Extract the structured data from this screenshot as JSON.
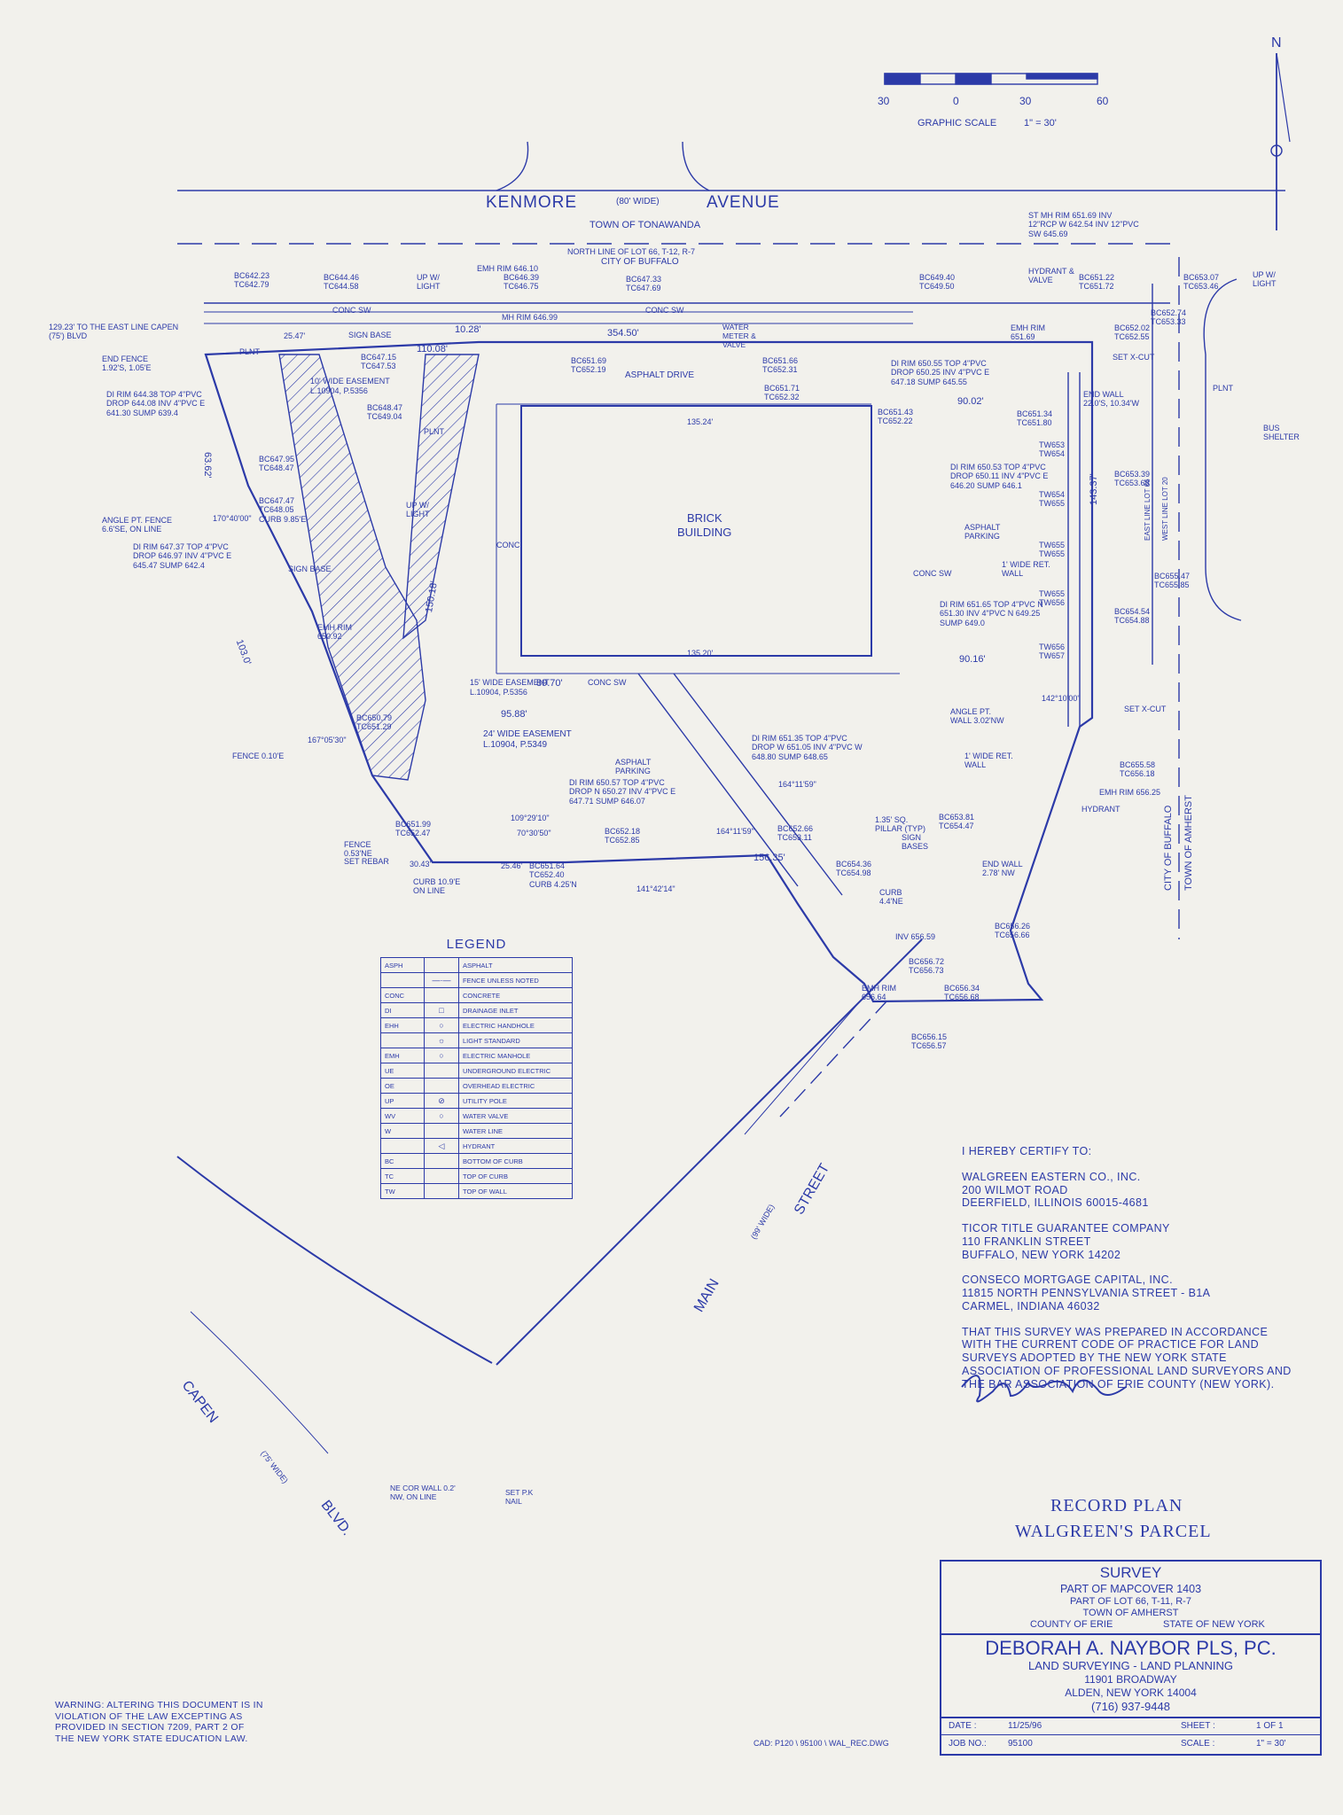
{
  "north": "N",
  "scale": {
    "ticks": [
      "30",
      "0",
      "30",
      "60"
    ],
    "label": "GRAPHIC SCALE",
    "ratio": "1\" = 30'"
  },
  "streets": {
    "kenmore": "KENMORE",
    "kenmore_width": "(80' WIDE)",
    "avenue": "AVENUE",
    "tonawanda": "TOWN OF TONAWANDA",
    "north_line": "NORTH LINE OF LOT 66, T-12, R-7",
    "buffalo": "CITY OF BUFFALO",
    "main": "MAIN",
    "main_width": "(99' WIDE)",
    "street": "STREET",
    "capen": "CAPEN",
    "capen_width": "(75' WIDE)",
    "blvd": "BLVD.",
    "city_buffalo_v": "CITY OF BUFFALO",
    "amherst_v": "TOWN OF AMHERST",
    "east_line": "EAST LINE LOT 66",
    "west_line": "WEST LINE LOT 20"
  },
  "labels": {
    "brick1": "BRICK",
    "brick2": "BUILDING",
    "asphalt_drive": "ASPHALT DRIVE",
    "asphalt_parking": "ASPHALT PARKING",
    "asphalt_parking2": "ASPHALT PARKING",
    "conc": "CONC",
    "conc_sw": "CONC SW",
    "conc_sw2": "CONC SW",
    "conc_sw3": "CONC SW",
    "conc_sw4": "CONC SW",
    "sign_base": "SIGN BASE",
    "sign_base2": "SIGN BASE",
    "plnt": "PLNT",
    "plnt2": "PLNT",
    "plnt3": "PLNT",
    "bus_shelter": "BUS SHELTER",
    "hydrant": "HYDRANT",
    "easement10": "10' WIDE EASEMENT",
    "easement10b": "L.10904, P.5356",
    "easement15": "15' WIDE EASEMENT",
    "easement15b": "L.10904, P.5356",
    "easement24": "24' WIDE EASEMENT",
    "easement24b": "L.10904, P.5349",
    "to_capen": "129.23' TO THE EAST LINE CAPEN (75') BLVD",
    "end_fence": "END FENCE 1.92'S, 1.05'E",
    "angle_fence": "ANGLE PT. FENCE 6.6'SE, ON LINE",
    "fence010": "FENCE 0.10'E",
    "fence053": "FENCE 0.53'NE",
    "set_rebar": "SET REBAR",
    "curb109": "CURB 10.9'E ON LINE",
    "set_xcut": "SET X-CUT",
    "set_xcut2": "SET X-CUT",
    "end_wall": "END WALL 22.0'S, 10.34'W",
    "end_wall2": "END WALL 2.78' NW",
    "angle_wall": "ANGLE PT. WALL 3.02'NW",
    "ret_wall": "1' WIDE RET. WALL",
    "ret_wall2": "1' WIDE RET. WALL",
    "pillar": "1.35' SQ. PILLAR (TYP)",
    "sign_bases": "SIGN BASES",
    "ne_cor": "NE COR WALL 0.2' NW, ON LINE",
    "set_pk": "SET P.K NAIL",
    "d35450": "354.50'",
    "d11008": "110.08'",
    "d13524": "135.24'",
    "d13520": "135.20'",
    "d8970": "89.70'",
    "d9588": "95.88'",
    "d9002": "90.02'",
    "d9016": "90.16'",
    "d15635": "156.35'",
    "d10300": "103.0'",
    "d6362": "63.62'",
    "d14337": "143.37'",
    "d15018": "150.18'",
    "d2547": "25.47'",
    "d1028": "10.28'",
    "d3043": "30.43'",
    "d2546": "25.46'",
    "a170": "170°40'00\"",
    "a167": "167°05'30\"",
    "a142": "142°10'00\"",
    "a164": "164°11'59\"",
    "a1642": "164°11'59\"",
    "a141": "141°42'14\"",
    "a109": "109°29'10\"",
    "a70": "70°30'50\"",
    "stmh": "ST MH RIM 651.69 INV 12\"RCP W 642.54 INV 12\"PVC SW 645.69",
    "di1": "DI RIM 644.38 TOP 4\"PVC DROP 644.08 INV 4\"PVC E 641.30 SUMP 639.4",
    "di2": "DI RIM 647.37 TOP 4\"PVC DROP 646.97 INV 4\"PVC E 645.47 SUMP 642.4",
    "di3": "DI RIM 650.55 TOP 4\"PVC DROP 650.25 INV 4\"PVC E 647.18 SUMP 645.55",
    "di4": "DI RIM 650.53 TOP 4\"PVC DROP 650.11 INV 4\"PVC E 646.20 SUMP 646.1",
    "di5": "DI RIM 651.65 TOP 4\"PVC N 651.30 INV 4\"PVC N 649.25 SUMP 649.0",
    "di6": "DI RIM 651.35 TOP 4\"PVC DROP W 651.05 INV 4\"PVC W 648.80 SUMP 648.65",
    "di7": "DI RIM 650.57 TOP 4\"PVC DROP N 650.27 INV 4\"PVC E 647.71 SUMP 646.07",
    "emh1": "EMH RIM 646.10",
    "emh2": "EMH RIM 650.92",
    "emh3": "EMH RIM 651.69",
    "emh4": "EMH RIM 656.25",
    "mh": "MH RIM 646.99",
    "water_meter": "WATER METER & VALVE",
    "hydrant_valve": "HYDRANT & VALVE",
    "bc1": "BC642.23 TC642.79",
    "bc2": "BC644.46 TC644.58",
    "bc3": "BC646.39 TC646.75",
    "bc4": "BC647.33 TC647.69",
    "bc5": "BC649.40 TC649.50",
    "bc6": "BC651.22 TC651.72",
    "bc7": "BC653.07 TC653.46",
    "bc8": "BC652.74 TC653.33",
    "bc9": "BC652.02 TC652.55",
    "bc10": "BC647.15 TC647.53",
    "bc11": "BC648.47 TC649.04",
    "bc12": "BC647.95 TC648.47",
    "bc13": "BC647.47 TC648.05 CURB 9.85'E",
    "bc14": "BC651.69 TC652.19",
    "bc15": "BC651.66 TC652.31",
    "bc16": "BC651.71 TC652.32",
    "bc17": "BC651.43 TC652.22",
    "bc18": "BC651.34 TC651.80",
    "bc19": "BC653.39 TC653.68",
    "bc20": "BC655.47 TC655.85",
    "bc21": "BC654.54 TC654.88",
    "bc22": "BC650.79 TC651.29",
    "bc23": "BC651.99 TC652.47",
    "bc24": "BC651.64 TC652.40 CURB 4.25'N",
    "bc25": "BC652.18 TC652.85",
    "bc26": "BC652.66 TC653.11",
    "bc27": "BC653.81 TC654.47",
    "bc28": "BC654.36 TC654.98",
    "bc29": "BC655.58 TC656.18",
    "bc30": "BC656.26 TC656.66",
    "bc31": "BC656.72 TC656.73",
    "bc32": "BC656.34 TC656.68",
    "bc33": "BC656.15 TC656.57",
    "tw1": "TW653 TW654",
    "tw2": "TW654 TW655",
    "tw3": "TW655 TW655",
    "tw4": "TW655 TW656",
    "tw5": "TW656 TW657",
    "up_light": "UP W/ LIGHT",
    "up_light2": "UP W/ LIGHT",
    "up_light3": "UP W/ LIGHT",
    "curb44": "CURB 4.4'NE",
    "inv": "INV 656.59",
    "emh5": "EMH RIM 656.64"
  },
  "legend": {
    "title": "LEGEND",
    "rows": [
      {
        "abbr": "ASPH",
        "sym": "",
        "desc": "ASPHALT"
      },
      {
        "abbr": "",
        "sym": "—·—",
        "desc": "FENCE UNLESS NOTED"
      },
      {
        "abbr": "CONC",
        "sym": "",
        "desc": "CONCRETE"
      },
      {
        "abbr": "DI",
        "sym": "□",
        "desc": "DRAINAGE INLET"
      },
      {
        "abbr": "EHH",
        "sym": "○",
        "desc": "ELECTRIC HANDHOLE"
      },
      {
        "abbr": "",
        "sym": "☼",
        "desc": "LIGHT STANDARD"
      },
      {
        "abbr": "EMH",
        "sym": "○",
        "desc": "ELECTRIC MANHOLE"
      },
      {
        "abbr": "UE",
        "sym": "",
        "desc": "UNDERGROUND ELECTRIC"
      },
      {
        "abbr": "OE",
        "sym": "",
        "desc": "OVERHEAD ELECTRIC"
      },
      {
        "abbr": "UP",
        "sym": "⊘",
        "desc": "UTILITY POLE"
      },
      {
        "abbr": "WV",
        "sym": "○",
        "desc": "WATER VALVE"
      },
      {
        "abbr": "W",
        "sym": "",
        "desc": "WATER LINE"
      },
      {
        "abbr": "",
        "sym": "◁",
        "desc": "HYDRANT"
      },
      {
        "abbr": "BC",
        "sym": "",
        "desc": "BOTTOM OF CURB"
      },
      {
        "abbr": "TC",
        "sym": "",
        "desc": "TOP OF CURB"
      },
      {
        "abbr": "TW",
        "sym": "",
        "desc": "TOP OF WALL"
      }
    ]
  },
  "certify": {
    "heading": "I HEREBY CERTIFY TO:",
    "walgreen": [
      "WALGREEN EASTERN CO., INC.",
      "200 WILMOT ROAD",
      "DEERFIELD, ILLINOIS 60015-4681"
    ],
    "ticor": [
      "TICOR TITLE GUARANTEE COMPANY",
      "110 FRANKLIN STREET",
      "BUFFALO, NEW YORK 14202"
    ],
    "conseco": [
      "CONSECO MORTGAGE CAPITAL, INC.",
      "11815 NORTH PENNSYLVANIA STREET - B1A",
      "CARMEL, INDIANA 46032"
    ],
    "statement": [
      "THAT THIS SURVEY WAS PREPARED IN ACCORDANCE",
      "WITH THE CURRENT CODE OF PRACTICE FOR LAND",
      "SURVEYS ADOPTED BY THE NEW YORK STATE",
      "ASSOCIATION OF PROFESSIONAL LAND SURVEYORS AND",
      "THE BAR ASSOCIATION OF ERIE COUNTY (NEW YORK)."
    ]
  },
  "record": {
    "line1": "RECORD PLAN",
    "line2": "WALGREEN'S PARCEL"
  },
  "titleblock": {
    "survey": "SURVEY",
    "mapcover": "PART OF MAPCOVER 1403",
    "lot": "PART OF LOT 66,    T-11,    R-7",
    "town": "TOWN OF AMHERST",
    "county": "COUNTY OF ERIE",
    "state": "STATE OF NEW YORK",
    "firm": "DEBORAH A. NAYBOR PLS, PC.",
    "services": "LAND SURVEYING - LAND PLANNING",
    "addr1": "11901 BROADWAY",
    "addr2": "ALDEN, NEW YORK 14004",
    "phone": "(716) 937-9448",
    "date_label": "DATE :",
    "date": "11/25/96",
    "sheet_label": "SHEET :",
    "sheet": "1 OF 1",
    "job_label": "JOB NO.:",
    "job": "95100",
    "scale_label": "SCALE :",
    "scale": "1\" = 30'"
  },
  "cad": "CAD: P120 \\ 95100 \\ WAL_REC.DWG",
  "warning": [
    "WARNING: ALTERING THIS DOCUMENT IS IN",
    "VIOLATION OF THE LAW EXCEPTING AS",
    "PROVIDED IN SECTION 7209, PART 2 OF",
    "THE NEW YORK STATE EDUCATION LAW."
  ]
}
